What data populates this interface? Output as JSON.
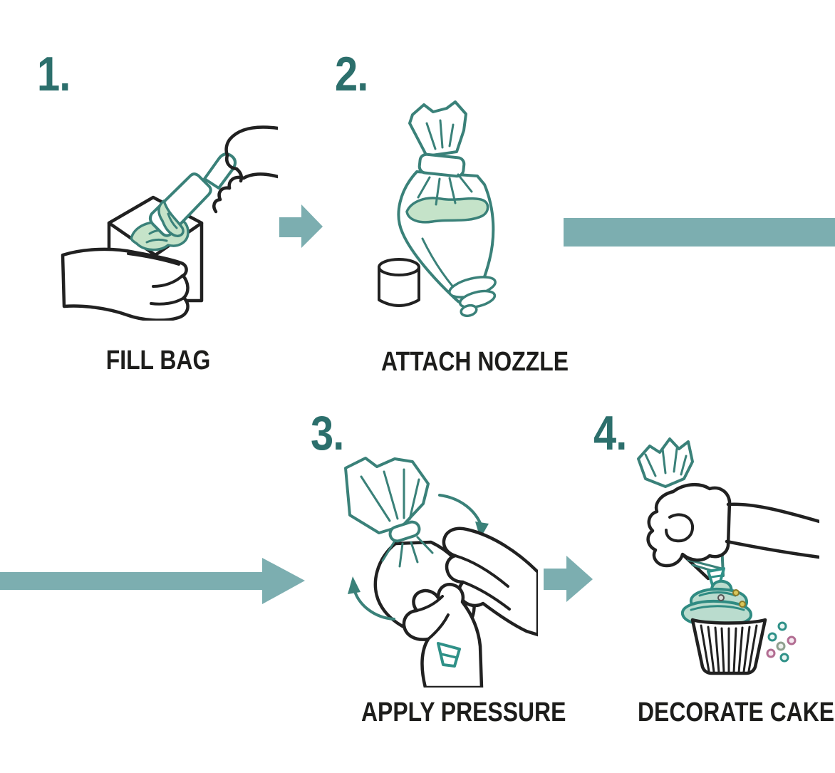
{
  "diagram": {
    "type": "instructional-flow",
    "subject": "how to use a piping bag",
    "steps": [
      {
        "number": "1.",
        "label": "FILL BAG",
        "icon": "fill-bag-illustration"
      },
      {
        "number": "2.",
        "label": "ATTACH NOZZLE",
        "icon": "attach-nozzle-illustration"
      },
      {
        "number": "3.",
        "label": "APPLY PRESSURE",
        "icon": "apply-pressure-illustration"
      },
      {
        "number": "4.",
        "label": "DECORATE CAKE",
        "icon": "decorate-cake-illustration"
      }
    ],
    "connectors": [
      {
        "id": "arrow-step1-step2",
        "type": "block-arrow-right"
      },
      {
        "id": "bar-step2-offscreen-right",
        "type": "flow-bar"
      },
      {
        "id": "bar-arrow-into-step3",
        "type": "flow-bar-arrow-right"
      },
      {
        "id": "arrow-step3-step4",
        "type": "block-arrow-right"
      }
    ],
    "colors": {
      "step_number": "#2c6f6c",
      "label_text": "#1d1d1b",
      "connector_teal": "#7caeb0",
      "line_teal": "#3a8179",
      "line_black": "#212121",
      "frosting_green": "#c5e3c9",
      "frosting_mint": "#badcce",
      "sprinkle_teal": "#2f9188",
      "sprinkle_pink": "#b26d92",
      "sprinkle_yellow": "#c9b348"
    }
  }
}
